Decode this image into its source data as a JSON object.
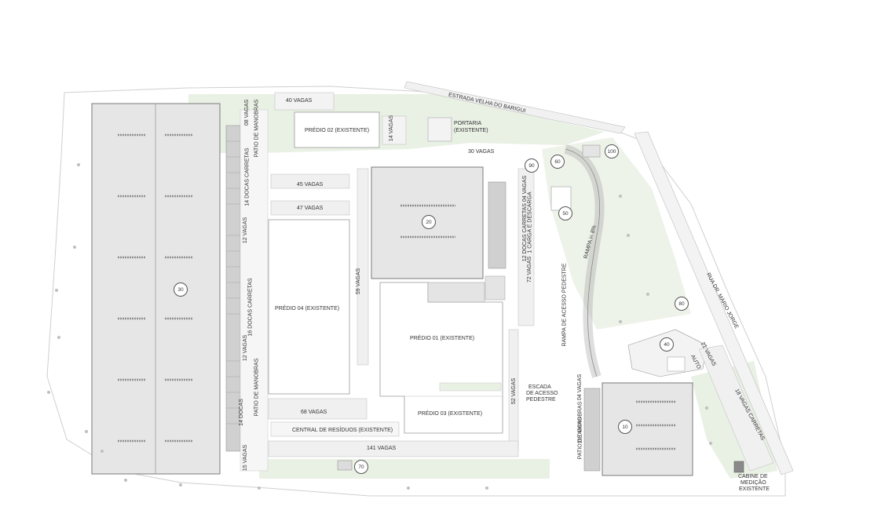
{
  "labels": {
    "road_estrada": "ESTRADA VELHA DO BARIGUI",
    "road_rua": "RUA DR. MÁRIO JORGE",
    "portaria": "PORTARIA",
    "portaria_sub": "(EXISTENTE)",
    "predio02": "PRÉDIO 02 (EXISTENTE)",
    "predio04": "PRÉDIO 04 (EXISTENTE)",
    "predio01": "PRÉDIO 01 (EXISTENTE)",
    "predio03": "PRÉDIO 03 (EXISTENTE)",
    "central_residuos": "CENTRAL DE RESÍDUOS (EXISTENTE)",
    "cabine_1": "CABINE DE",
    "cabine_2": "MEDIÇÃO",
    "cabine_3": "EXISTENTE",
    "escada_1": "ESCADA",
    "escada_2": "DE ACESSO",
    "escada_3": "PEDESTRE",
    "rampa_pedestre": "RAMPA DE ACESSO PEDESTRE",
    "rampa_pct": "RAMPA i= 8%",
    "v40": "40 VAGAS",
    "v30": "30 VAGAS",
    "v45": "45 VAGAS",
    "v47": "47 VAGAS",
    "v68": "68 VAGAS",
    "v141": "141 VAGAS",
    "v14": "14 VAGAS",
    "v59": "59 VAGAS",
    "v52": "52 VAGAS",
    "v72": "72 VAGAS",
    "v12a": "12 VAGAS",
    "v12b": "12 VAGAS",
    "v15": "15 VAGAS",
    "v08": "08 VAGAS",
    "v04": "04 VAGAS",
    "v21": "21 VAGAS",
    "auto": "AUTO",
    "v18": "18 VAGAS CARRETAS",
    "d14a": "14 DOCAS CARRETAS",
    "d16": "16 DOCAS CARRETAS",
    "d14b": "14 DOCAS",
    "patio_a": "PATIO DE MANOBRAS",
    "patio_b": "PATIO DE MANOBRAS",
    "patio_c": "PATIO DE MANOBRAS",
    "d12": "12 DOCAS CARRETAS 04 VAGAS",
    "carga": "1 CARGA E DESCARGA",
    "d11": "11 DOCAS"
  },
  "markers": [
    "30",
    "20",
    "10",
    "40",
    "50",
    "60",
    "70",
    "80",
    "90",
    "100"
  ],
  "colors": {
    "building_fill": "#e6e6e6",
    "building_stroke": "#7a7a7a",
    "existing_fill": "#ffffff",
    "green": "#e9f0e4",
    "road": "#f1f1f1",
    "line": "#9a9a9a"
  }
}
